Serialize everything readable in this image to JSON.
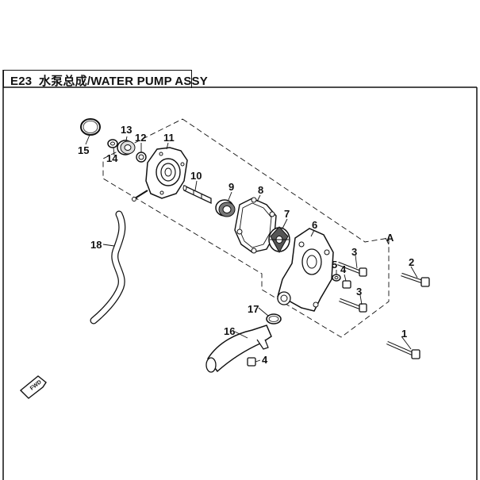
{
  "title": {
    "code": "E23",
    "name": "水泵总成/WATER PUMP ASSY"
  },
  "callouts": [
    "1",
    "2",
    "3",
    "3",
    "4",
    "4",
    "5",
    "6",
    "7",
    "8",
    "9",
    "10",
    "11",
    "12",
    "13",
    "14",
    "15",
    "16",
    "17",
    "18"
  ],
  "reference_mark": "A",
  "fwd_label": "FWD",
  "colors": {
    "ink": "#111111",
    "fill": "#ffffff",
    "shade": "#9a9a9a"
  }
}
